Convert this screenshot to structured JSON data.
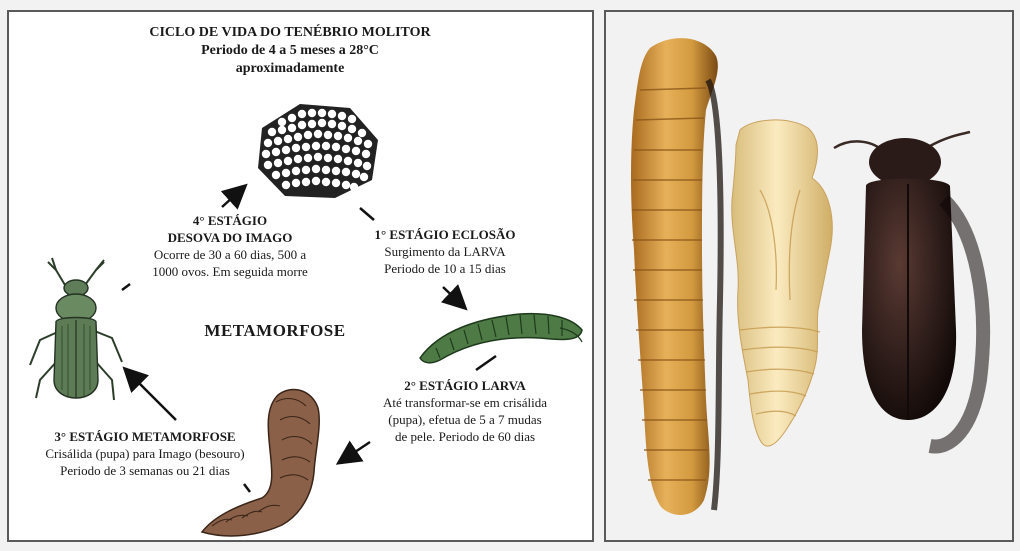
{
  "diagram": {
    "title": "CICLO DE VIDA DO TENÉBRIO MOLITOR",
    "subtitle_line1": "Periodo de  4 a 5 meses a 28°C",
    "subtitle_line2": "aproximadamente",
    "center_label": "METAMORFOSE",
    "stages": [
      {
        "heading": "1° ESTÁGIO    ECLOSÃO",
        "lines": [
          "Surgimento da LARVA",
          "Periodo de 10 a 15 dias"
        ]
      },
      {
        "heading": "2° ESTÁGIO     LARVA",
        "lines": [
          "Até transformar-se em crisálida",
          "(pupa), efetua de 5 a 7 mudas",
          "de pele. Periodo de 60 dias"
        ]
      },
      {
        "heading": "3° ESTÁGIO    METAMORFOSE",
        "lines": [
          "Crisálida (pupa) para Imago (besouro)",
          "Periodo de 3 semanas ou 21 dias"
        ]
      },
      {
        "heading_line1": "4° ESTÁGIO",
        "heading_line2": "DESOVA DO IMAGO",
        "lines": [
          "Ocorre de 30 a 60 dias, 500 a",
          "1000 ovos. Em seguida morre"
        ]
      }
    ],
    "illustrations": [
      "egg-cluster",
      "larva",
      "pupa",
      "adult-beetle"
    ]
  },
  "photo": {
    "subjects": [
      "larva",
      "pupa",
      "adult-beetle"
    ]
  },
  "colors": {
    "larva": "#d9a24a",
    "pupa": "#efd9a0",
    "beetle": "#2e1d1a",
    "border": "#5a5a5a"
  }
}
